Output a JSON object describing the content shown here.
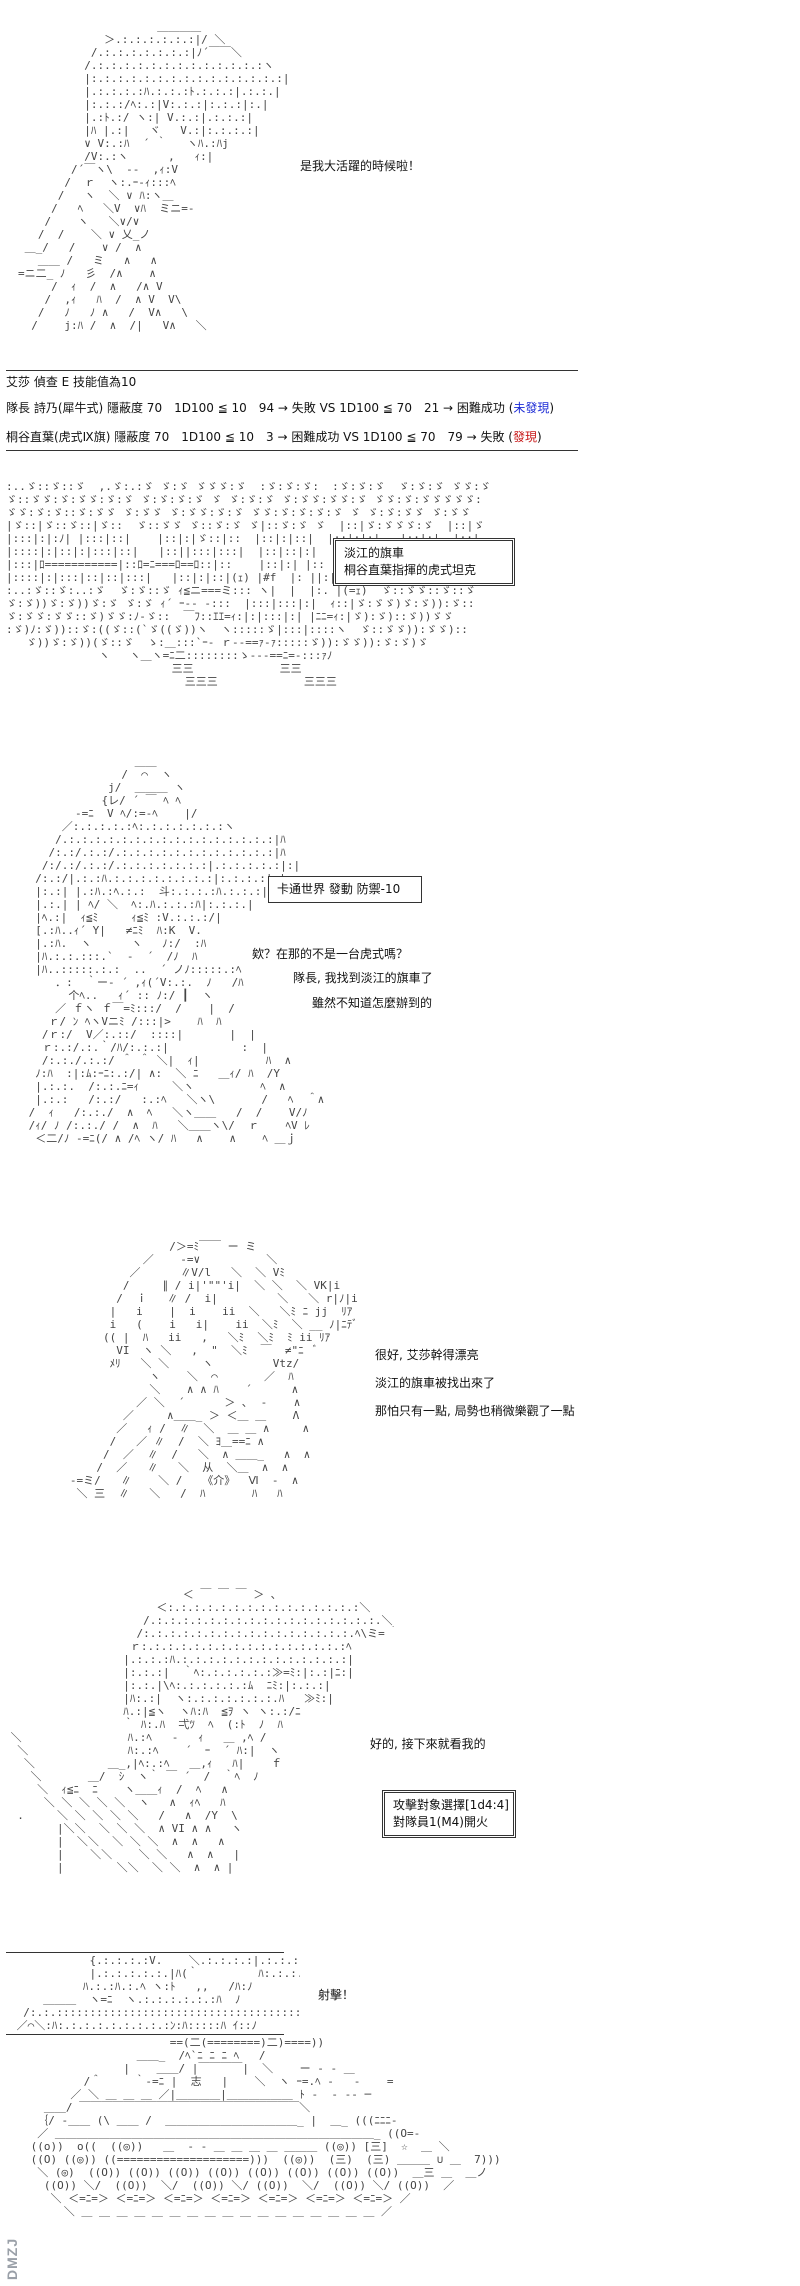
{
  "panel1": {
    "speech": "是我大活躍的時候啦！"
  },
  "rolls": {
    "check_title": "艾莎 偵查 E 技能值為10",
    "roll_lines": [
      {
        "text": "隊長 詩乃(犀牛式) 隱蔽度 70　1D100 ≦ 10　94 → 失敗 VS 1D100 ≦ 70　21 → 困難成功 (",
        "outcome": "未發現",
        "close": ")"
      },
      {
        "text": "桐谷直葉(虎式Ⅸ旗) 隱蔽度 70　1D100 ≦ 10　3 → 困難成功 VS 1D100 ≦ 70　79 → 失敗 (",
        "outcome": "發現",
        "close": ")"
      }
    ]
  },
  "panel2": {
    "label_lines": [
      "淡江的旗車",
      "桐谷直葉指揮的虎式坦克"
    ]
  },
  "panel3": {
    "skill_box": "卡通世界 發動 防禦-10",
    "speech_lines": [
      "欸？在那的不是一台虎式嗎？",
      "隊長, 我找到淡江的旗車了",
      "雖然不知道怎麼辦到的"
    ]
  },
  "panel4": {
    "speech_lines": [
      "很好, 艾莎幹得漂亮",
      "淡江的旗車被找出來了",
      "那怕只有一點, 局勢也稍微樂觀了一點"
    ]
  },
  "panel5": {
    "speech": "好的, 接下來就看我的",
    "target_box_lines": [
      "攻擊對象選擇[1d4:4]",
      "對隊員1(M4)開火"
    ]
  },
  "panel6": {
    "speech": "射擊！"
  }
}
